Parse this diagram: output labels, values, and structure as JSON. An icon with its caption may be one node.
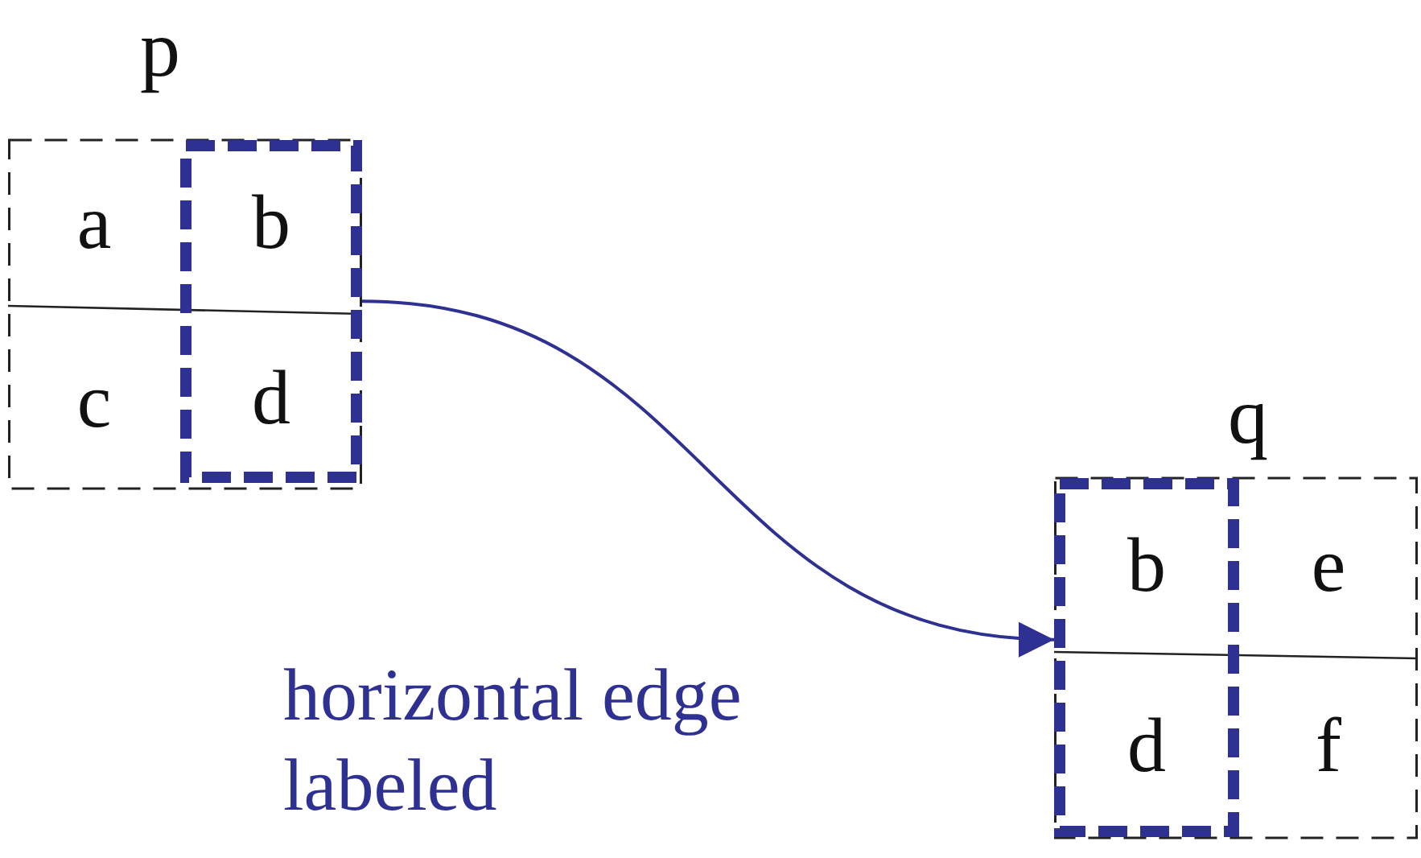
{
  "diagram": {
    "nodes": [
      {
        "text": [
          "p"
        ]
      },
      {
        "text": [],
        "shape": "box",
        "in": 0
      },
      {
        "text": [
          "a"
        ],
        "in": 0
      },
      {
        "text": [
          "b"
        ],
        "in": 1
      },
      {
        "text": [
          "c"
        ],
        "in": 0
      },
      {
        "text": [
          "d"
        ],
        "in": 1
      },
      {
        "text": [
          "q"
        ]
      },
      {
        "text": [],
        "shape": "box",
        "in": 6
      },
      {
        "text": [
          "b"
        ],
        "in": 7
      },
      {
        "text": [
          "e"
        ],
        "in": 6
      },
      {
        "text": [
          "d"
        ],
        "in": 7
      },
      {
        "text": [
          "f"
        ],
        "in": 6
      }
    ],
    "edges": [
      {
        "from": 1,
        "to": 7,
        "arrow": "to",
        "label": "horizontal edge labeled"
      }
    ]
  }
}
